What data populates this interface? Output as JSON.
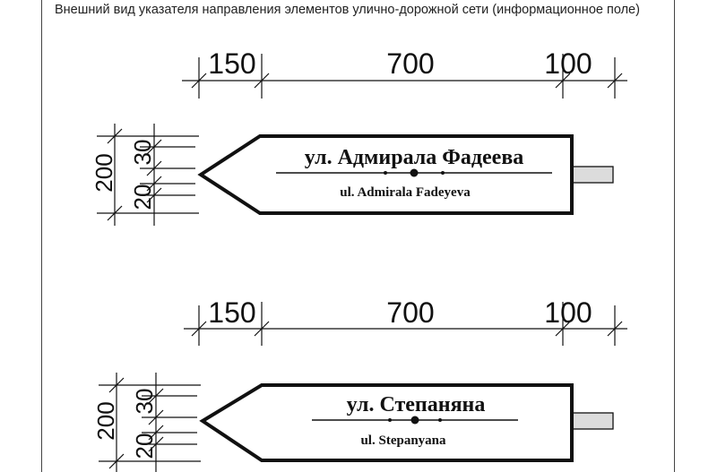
{
  "caption": "Внешний вид указателя направления элементов улично-дорожной сети (информационное поле)",
  "dimensions": {
    "top": [
      "150",
      "700",
      "100"
    ],
    "height": "200",
    "band_top": "30",
    "band_bottom": "20"
  },
  "signs": [
    {
      "main": "ул. Адмирала Фадеева",
      "sub": "ul. Admirala Fadeyeva"
    },
    {
      "main": "ул. Степаняна",
      "sub": "ul. Stepanyana"
    }
  ]
}
